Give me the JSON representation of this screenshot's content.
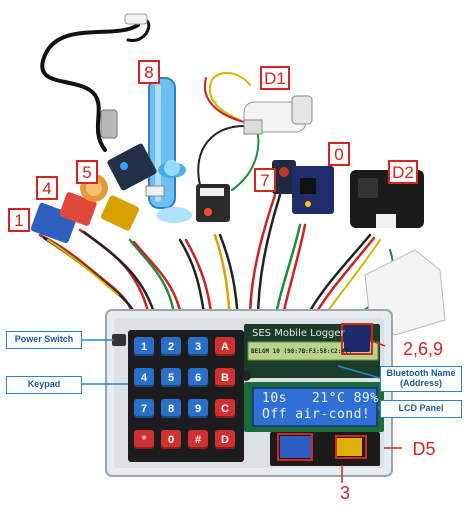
{
  "markers": [
    {
      "id": "8",
      "text": "8"
    },
    {
      "id": "d1",
      "text": "D1"
    },
    {
      "id": "5",
      "text": "5"
    },
    {
      "id": "4",
      "text": "4"
    },
    {
      "id": "1",
      "text": "1"
    },
    {
      "id": "7",
      "text": "7"
    },
    {
      "id": "0",
      "text": "0"
    },
    {
      "id": "d2",
      "text": "D2"
    },
    {
      "id": "269",
      "text": "2,6,9"
    },
    {
      "id": "d5",
      "text": "D5"
    },
    {
      "id": "3",
      "text": "3"
    }
  ],
  "callouts": {
    "power_switch": "Power Switch",
    "keypad": "Keypad",
    "bluetooth_name": "Bluetooth Name (Address)",
    "lcd_panel": "LCD Panel"
  },
  "keypad_keys": [
    "1",
    "2",
    "3",
    "A",
    "4",
    "5",
    "6",
    "B",
    "7",
    "8",
    "9",
    "C",
    "*",
    "0",
    "#",
    "D"
  ],
  "logger": {
    "brand": "SES Mobile Logger",
    "oled_line": "BELGM 10 (98:7B:F3:58:C2:47)",
    "lcd_line1": "10s   21°C 89%",
    "lcd_line2": "Off air-cond!"
  },
  "colors": {
    "marker_red": "#d9231f",
    "callout_blue": "#2b82c9",
    "lcd_blue": "#2f6fd6",
    "key_blue": "#2a6fc9",
    "key_red": "#d0302f"
  }
}
